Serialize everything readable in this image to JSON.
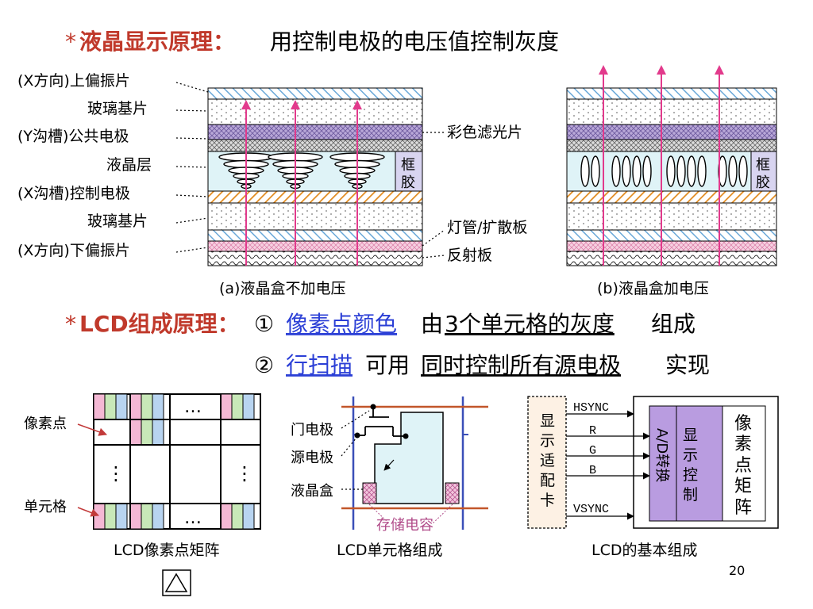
{
  "title": {
    "star": "*",
    "label": "液晶显示原理：",
    "desc": "用控制电极的电压值控制灰度",
    "accent": "#C0392B"
  },
  "layer_labels": [
    "(X方向)上偏振片",
    "玻璃基片",
    "(Y沟槽)公共电极",
    "液晶层",
    "(X沟槽)控制电极",
    "玻璃基片",
    "(X方向)下偏振片"
  ],
  "right_labels": {
    "filter": "彩色滤光片",
    "lamp": "灯管/扩散板",
    "reflector": "反射板"
  },
  "frame_glue": [
    "框",
    "胶"
  ],
  "captions": {
    "a": "(a)液晶盒不加电压",
    "b": "(b)液晶盒加电压"
  },
  "lcd": {
    "star": "*",
    "label": "LCD组成原理：",
    "circle1": "①",
    "link1": "像素点颜色",
    "mid1": "由",
    "u1": "3个单元格的灰度",
    "end1": "组成",
    "circle2": "②",
    "link2": "行扫描",
    "mid2": "可用",
    "u2": "同时控制所有源电极",
    "end2": "实现"
  },
  "matrix": {
    "pixel_label": "像素点",
    "cell_label": "单元格",
    "dots_h": "…",
    "dots_v": "⋮",
    "caption": "LCD像素点矩阵"
  },
  "cell": {
    "gate": "门电极",
    "source": "源电极",
    "lc": "液晶盒",
    "cap": "存储电容",
    "caption": "LCD单元格组成"
  },
  "basic": {
    "card": [
      "显",
      "示",
      "适",
      "配",
      "卡"
    ],
    "signals": [
      "HSYNC",
      "R",
      "G",
      "B",
      "VSYNC"
    ],
    "ad": "A/D转换",
    "ctrl": [
      "显",
      "示",
      "控",
      "制"
    ],
    "matrix": [
      "像",
      "素",
      "点",
      "矩",
      "阵"
    ],
    "caption": "LCD的基本组成"
  },
  "page_number": "20",
  "nav_icon": "triangle-icon"
}
